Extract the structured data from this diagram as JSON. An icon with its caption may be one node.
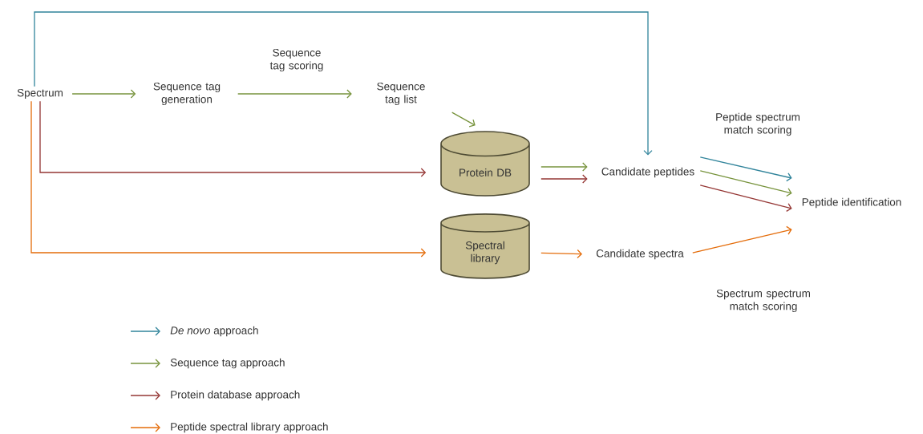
{
  "diagram": {
    "nodes": [
      {
        "text": [
          "Spectrum"
        ]
      },
      {
        "text": [
          "Sequence tag generation"
        ]
      },
      {
        "text": [
          "Sequence tag list"
        ]
      },
      {
        "text": [
          "Protein DB"
        ]
      },
      {
        "text": [
          "Spectral library"
        ]
      },
      {
        "text": [
          "Candidate peptides"
        ]
      },
      {
        "text": [
          "Candidate spectra"
        ]
      },
      {
        "text": [
          "Peptide identification"
        ]
      }
    ],
    "edges": [
      {
        "from": 0,
        "to": 1,
        "arrow": "to",
        "color": "#77933c"
      },
      {
        "from": 1,
        "to": 2,
        "arrow": "to",
        "color": "#77933c",
        "label": "Sequence tag scoring"
      },
      {
        "from": 2,
        "to": 3,
        "arrow": "to",
        "color": "#77933c"
      },
      {
        "from": 0,
        "to": 5,
        "arrow": "to",
        "color": "#31849b"
      },
      {
        "from": 0,
        "to": 3,
        "arrow": "to",
        "color": "#953735"
      },
      {
        "from": 0,
        "to": 4,
        "arrow": "to",
        "color": "#e46c0a"
      },
      {
        "from": 3,
        "to": 5,
        "arrow": "to",
        "color": "#77933c"
      },
      {
        "from": 3,
        "to": 5,
        "arrow": "to",
        "color": "#953735"
      },
      {
        "from": 4,
        "to": 6,
        "arrow": "to",
        "color": "#e46c0a"
      },
      {
        "from": 5,
        "to": 7,
        "arrow": "to",
        "color": "#31849b",
        "label": "Peptide spectrum match scoring"
      },
      {
        "from": 5,
        "to": 7,
        "arrow": "to",
        "color": "#77933c"
      },
      {
        "from": 5,
        "to": 7,
        "arrow": "to",
        "color": "#953735"
      },
      {
        "from": 6,
        "to": 7,
        "arrow": "to",
        "color": "#e46c0a",
        "label": "Spectrum spectrum match scoring"
      }
    ],
    "legend": [
      {
        "text": "*De novo* approach"
      },
      {
        "text": "Sequence tag approach"
      },
      {
        "text": "Protein database approach"
      },
      {
        "text": "Peptide spectral library approach"
      }
    ]
  }
}
